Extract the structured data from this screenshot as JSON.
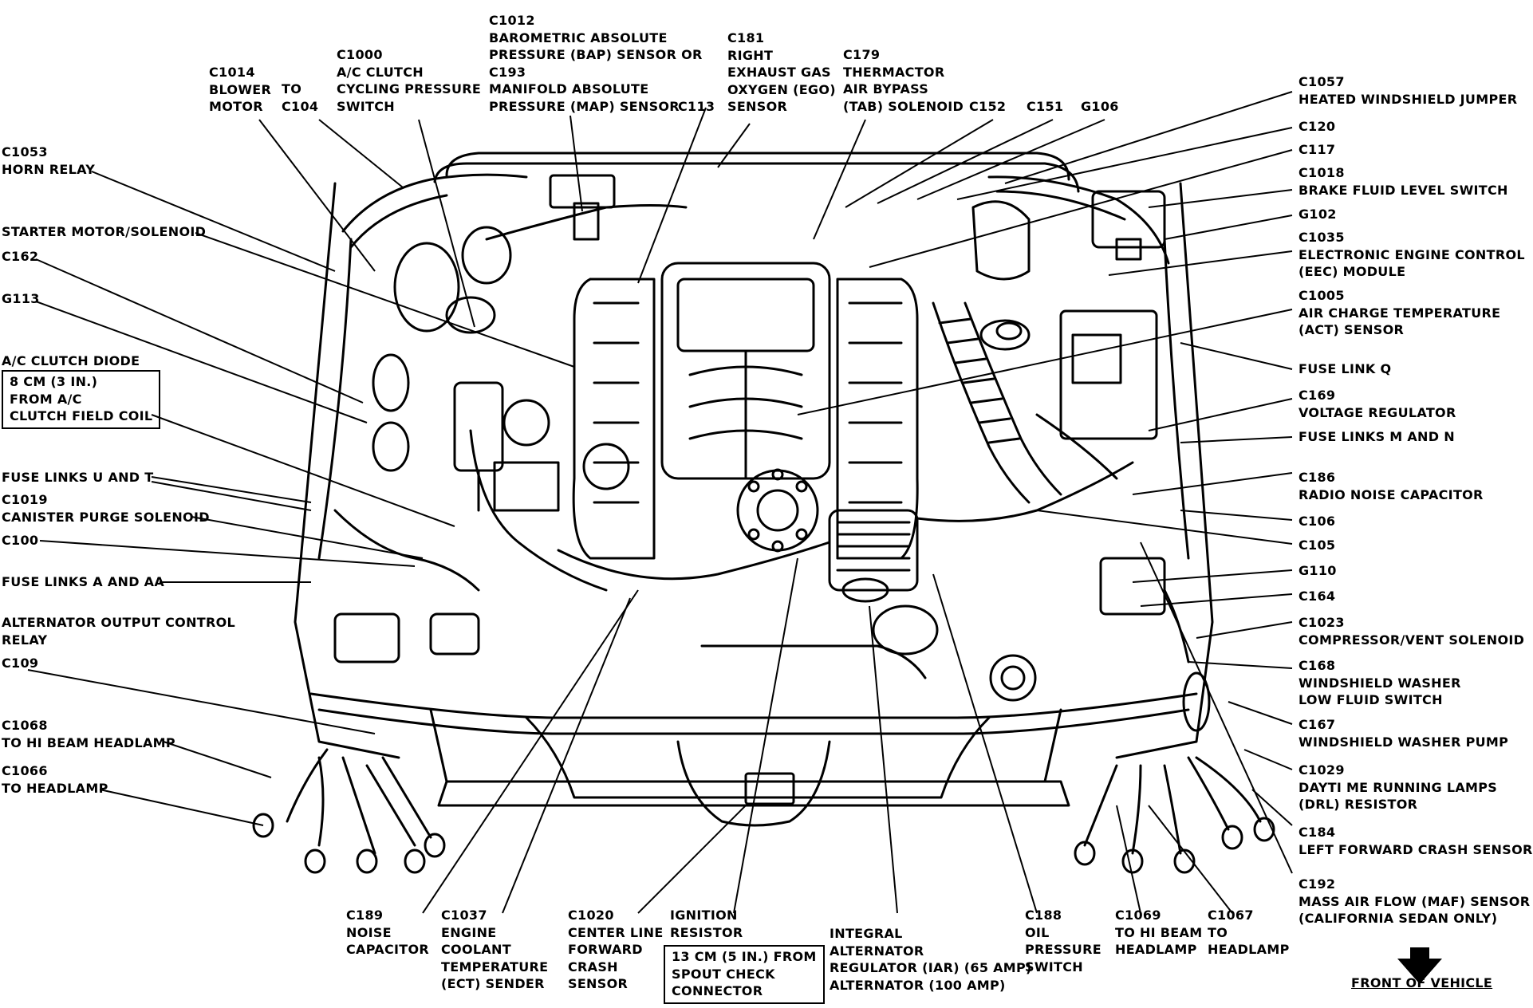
{
  "labels": {
    "c1012": "C1012\nBAROMETRIC ABSOLUTE\nPRESSURE (BAP) SENSOR OR\nC193\nMANIFOLD ABSOLUTE\nPRESSURE (MAP) SENSOR",
    "c113": "C113",
    "c181": "C181\nRIGHT\nEXHAUST GAS\nOXYGEN (EGO)\nSENSOR",
    "c179": "C179\nTHERMACTOR\nAIR BYPASS\n(TAB) SOLENOID",
    "c152": "C152",
    "c151": "C151",
    "g106": "G106",
    "c1000": "C1000\nA/C CLUTCH\nCYCLING PRESSURE\nSWITCH",
    "c1014": "C1014\nBLOWER\nMOTOR",
    "to_c104": "TO\nC104",
    "c1057": "C1057\nHEATED WINDSHIELD JUMPER",
    "c120": "C120",
    "c117": "C117",
    "c1018": "C1018\nBRAKE FLUID LEVEL SWITCH",
    "g102": "G102",
    "c1035": "C1035\nELECTRONIC ENGINE CONTROL\n(EEC) MODULE",
    "c1005": "C1005\nAIR CHARGE TEMPERATURE\n(ACT) SENSOR",
    "fuse_q": "FUSE LINK Q",
    "c169": "C169\nVOLTAGE REGULATOR",
    "fuse_mn": "FUSE LINKS M AND N",
    "c186": "C186\nRADIO NOISE CAPACITOR",
    "c106": "C106",
    "c105": "C105",
    "g110": "G110",
    "c164": "C164",
    "c1023": "C1023\nCOMPRESSOR/VENT SOLENOID",
    "c168": "C168\nWINDSHIELD WASHER\nLOW FLUID SWITCH",
    "c167": "C167\nWINDSHIELD WASHER PUMP",
    "c1029": "C1029\nDAYTI ME RUNNING LAMPS\n(DRL) RESISTOR",
    "c184": "C184\nLEFT FORWARD CRASH SENSOR",
    "c192": "C192\nMASS AIR FLOW (MAF) SENSOR\n(CALIFORNIA SEDAN ONLY)",
    "c1053": "C1053\nHORN RELAY",
    "starter": "STARTER MOTOR/SOLENOID",
    "c162": "C162",
    "g113": "G113",
    "ac_diode": "A/C CLUTCH DIODE",
    "ac_diode_box": "8 CM (3 IN.)\nFROM A/C\nCLUTCH FIELD COIL",
    "fuse_ut": "FUSE LINKS U AND T",
    "c1019": "C1019\nCANISTER PURGE SOLENOID",
    "c100": "C100",
    "fuse_aaa": "FUSE LINKS A AND AA",
    "alt_relay": "ALTERNATOR OUTPUT CONTROL\nRELAY",
    "c109": "C109",
    "c1068": "C1068\nTO HI BEAM HEADLAMP",
    "c1066": "C1066\nTO HEADLAMP",
    "c189": "C189\nNOISE\nCAPACITOR",
    "c1037": "C1037\nENGINE\nCOOLANT\nTEMPERATURE\n(ECT) SENDER",
    "c1020": "C1020\nCENTER LINE\nFORWARD\nCRASH\nSENSOR",
    "ignition": "IGNITION\nRESISTOR",
    "ignition_box": "13 CM (5 IN.) FROM\nSPOUT CHECK\nCONNECTOR",
    "iar": "INTEGRAL\nALTERNATOR\nREGULATOR (IAR) (65 AMP)\nALTERNATOR (100 AMP)",
    "c188": "C188\nOIL\nPRESSURE\nSWITCH",
    "c1069": "C1069\nTO HI BEAM\nHEADLAMP",
    "c1067": "C1067\nTO\nHEADLAMP",
    "front": "FRONT OF VEHICLE"
  }
}
